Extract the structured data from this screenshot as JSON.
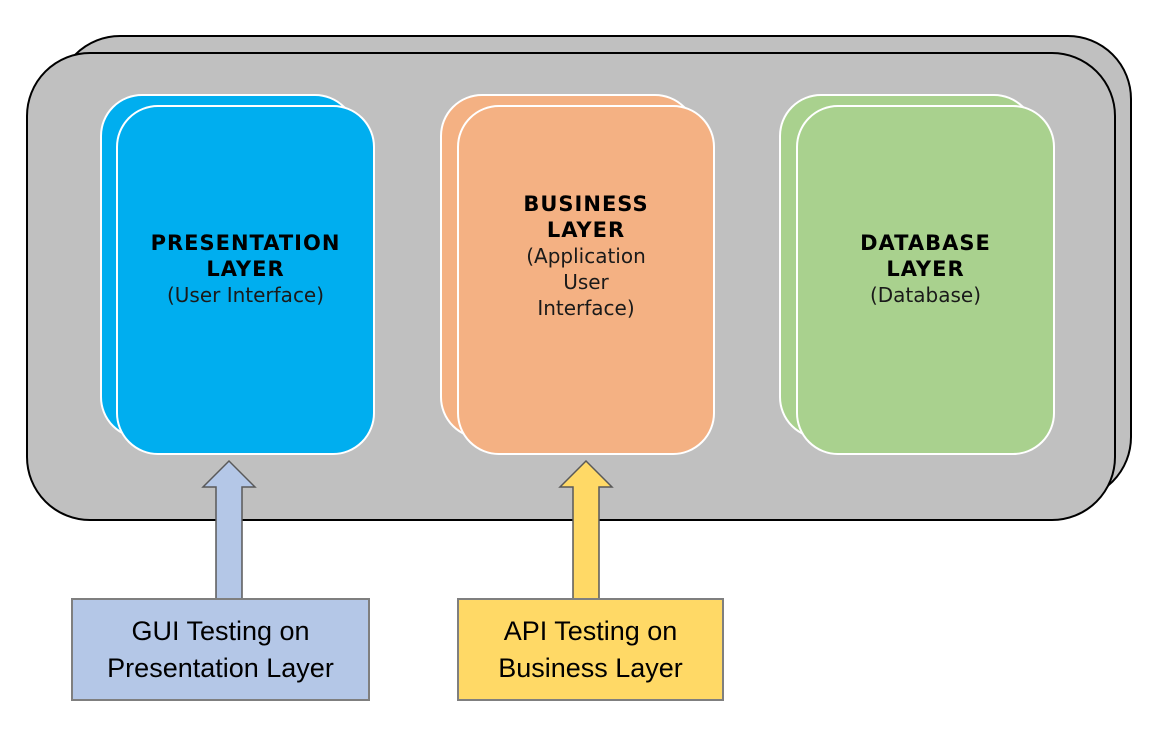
{
  "colors": {
    "container": "#c0c0c0",
    "presentation": "#00aeef",
    "business": "#f4b183",
    "database": "#a9d18e",
    "gui_callout": "#b4c7e7",
    "api_callout": "#ffd966"
  },
  "layers": {
    "presentation": {
      "title_line1": "PRESENTATION",
      "title_line2": "LAYER",
      "sub_line1": "(User Interface)"
    },
    "business": {
      "title_line1": "BUSINESS",
      "title_line2": "LAYER",
      "sub_line1": "(Application",
      "sub_line2": "User",
      "sub_line3": "Interface)"
    },
    "database": {
      "title_line1": "DATABASE",
      "title_line2": "LAYER",
      "sub_line1": "(Database)"
    }
  },
  "callouts": {
    "gui": {
      "line1": "GUI Testing on",
      "line2": "Presentation Layer"
    },
    "api": {
      "line1": "API Testing on",
      "line2": "Business Layer"
    }
  },
  "icons": {
    "gui_arrow": "up-arrow-icon",
    "api_arrow": "up-arrow-icon"
  }
}
